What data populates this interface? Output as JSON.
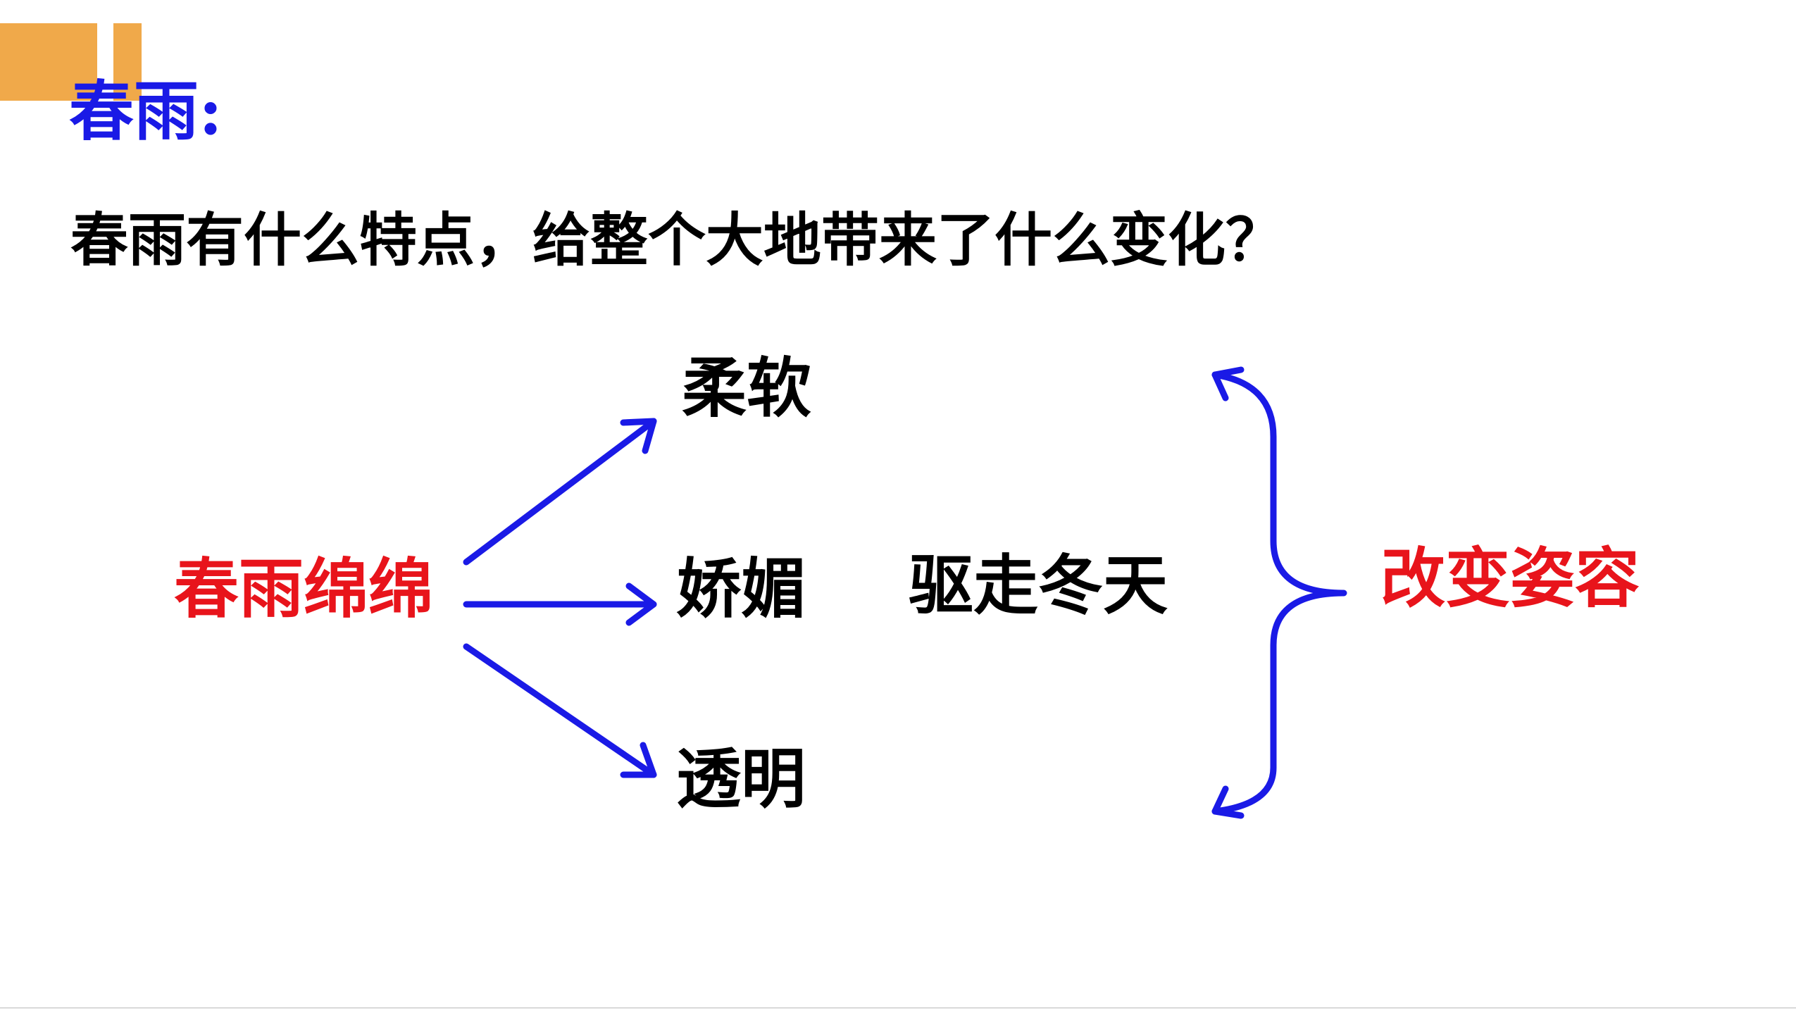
{
  "slide": {
    "title": "春雨:",
    "question": "春雨有什么特点，给整个大地带来了什么变化？"
  },
  "diagram": {
    "source": "春雨绵绵",
    "traits": [
      "柔软",
      "娇媚",
      "透明"
    ],
    "effect": "驱走冬天",
    "result": "改变姿容"
  },
  "colors": {
    "title": "#1A1AE6",
    "arrows": "#1A1AE6",
    "source": "#E8141B",
    "result": "#E8141B",
    "text": "#000000",
    "accent": "#F0A94A"
  }
}
